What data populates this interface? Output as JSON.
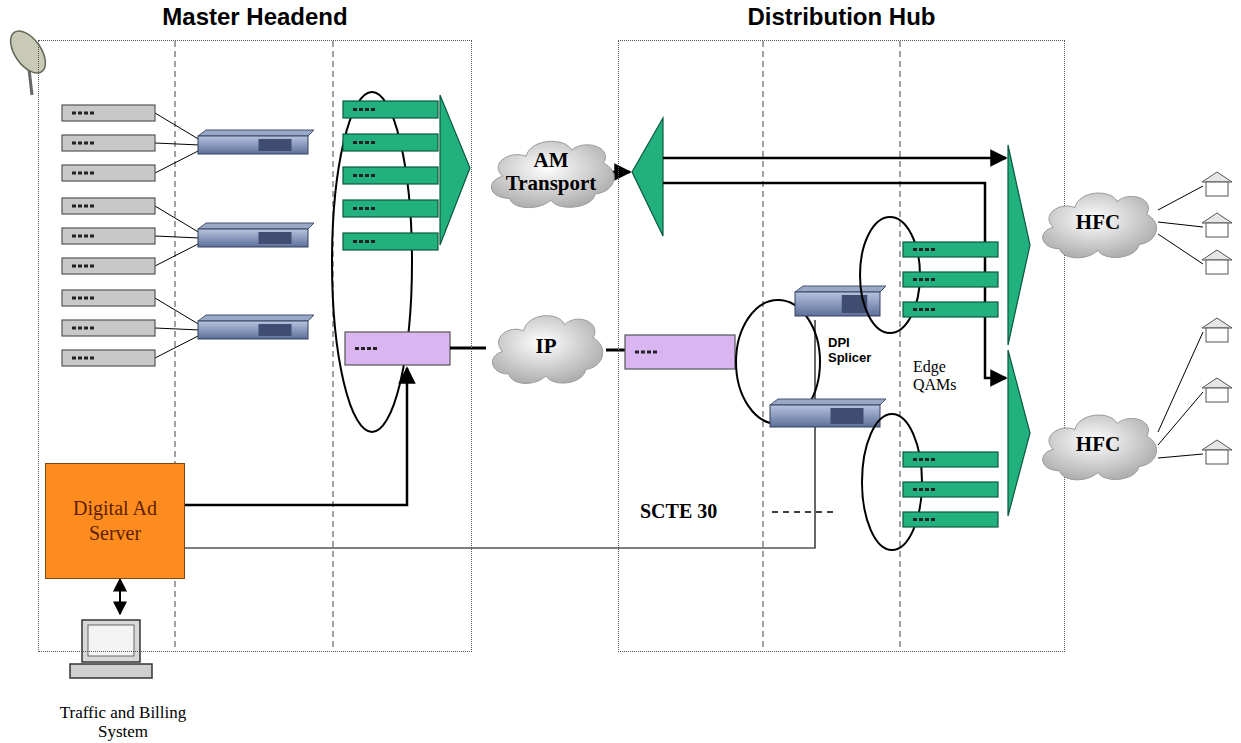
{
  "diagram": {
    "nodes": [
      {
        "text": [
          "Master Headend"
        ]
      },
      {
        "text": [
          "Digital Ad Server"
        ],
        "in": 0
      },
      {
        "text": [
          "Traffic and Billing System"
        ]
      },
      {
        "text": [
          "AM Transport"
        ]
      },
      {
        "text": [
          "IP"
        ]
      },
      {
        "text": [
          "Distribution Hub"
        ]
      },
      {
        "text": [
          "HFC"
        ]
      },
      {
        "text": [
          "HFC"
        ]
      }
    ],
    "edges": [
      {
        "from": 1,
        "to": 2,
        "arrow": "both"
      }
    ],
    "labels": [
      "DPI Splicer",
      "Edge QAMs",
      "SCTE 30"
    ]
  }
}
